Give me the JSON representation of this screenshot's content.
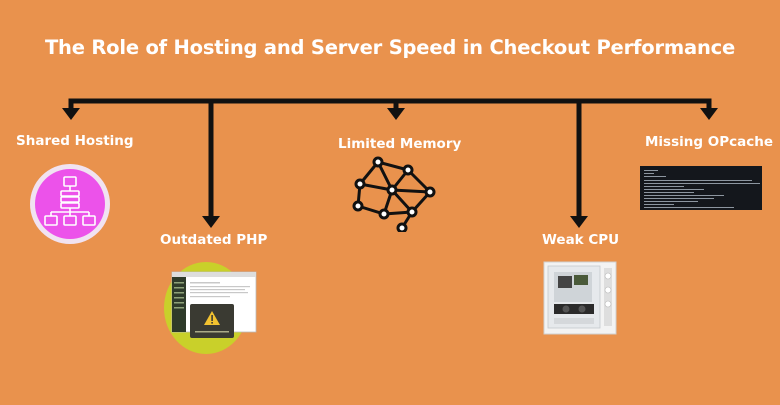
{
  "title": "The Role of Hosting and Server Speed in Checkout Performance",
  "items": [
    {
      "label": "Shared Hosting",
      "icon": "shared-hosting-network-icon"
    },
    {
      "label": "Outdated PHP",
      "icon": "php-update-required-screenshot"
    },
    {
      "label": "Limited Memory",
      "icon": "neural-network-icon"
    },
    {
      "label": "Weak CPU",
      "icon": "pc-case-image"
    },
    {
      "label": "Missing OPcache",
      "icon": "terminal-screenshot"
    }
  ],
  "colors": {
    "background": "#E9924D",
    "line": "#111111",
    "text": "#FFFFFF",
    "shared_hosting_circle": "#EC52EA",
    "php_circle": "#C9D02A"
  }
}
